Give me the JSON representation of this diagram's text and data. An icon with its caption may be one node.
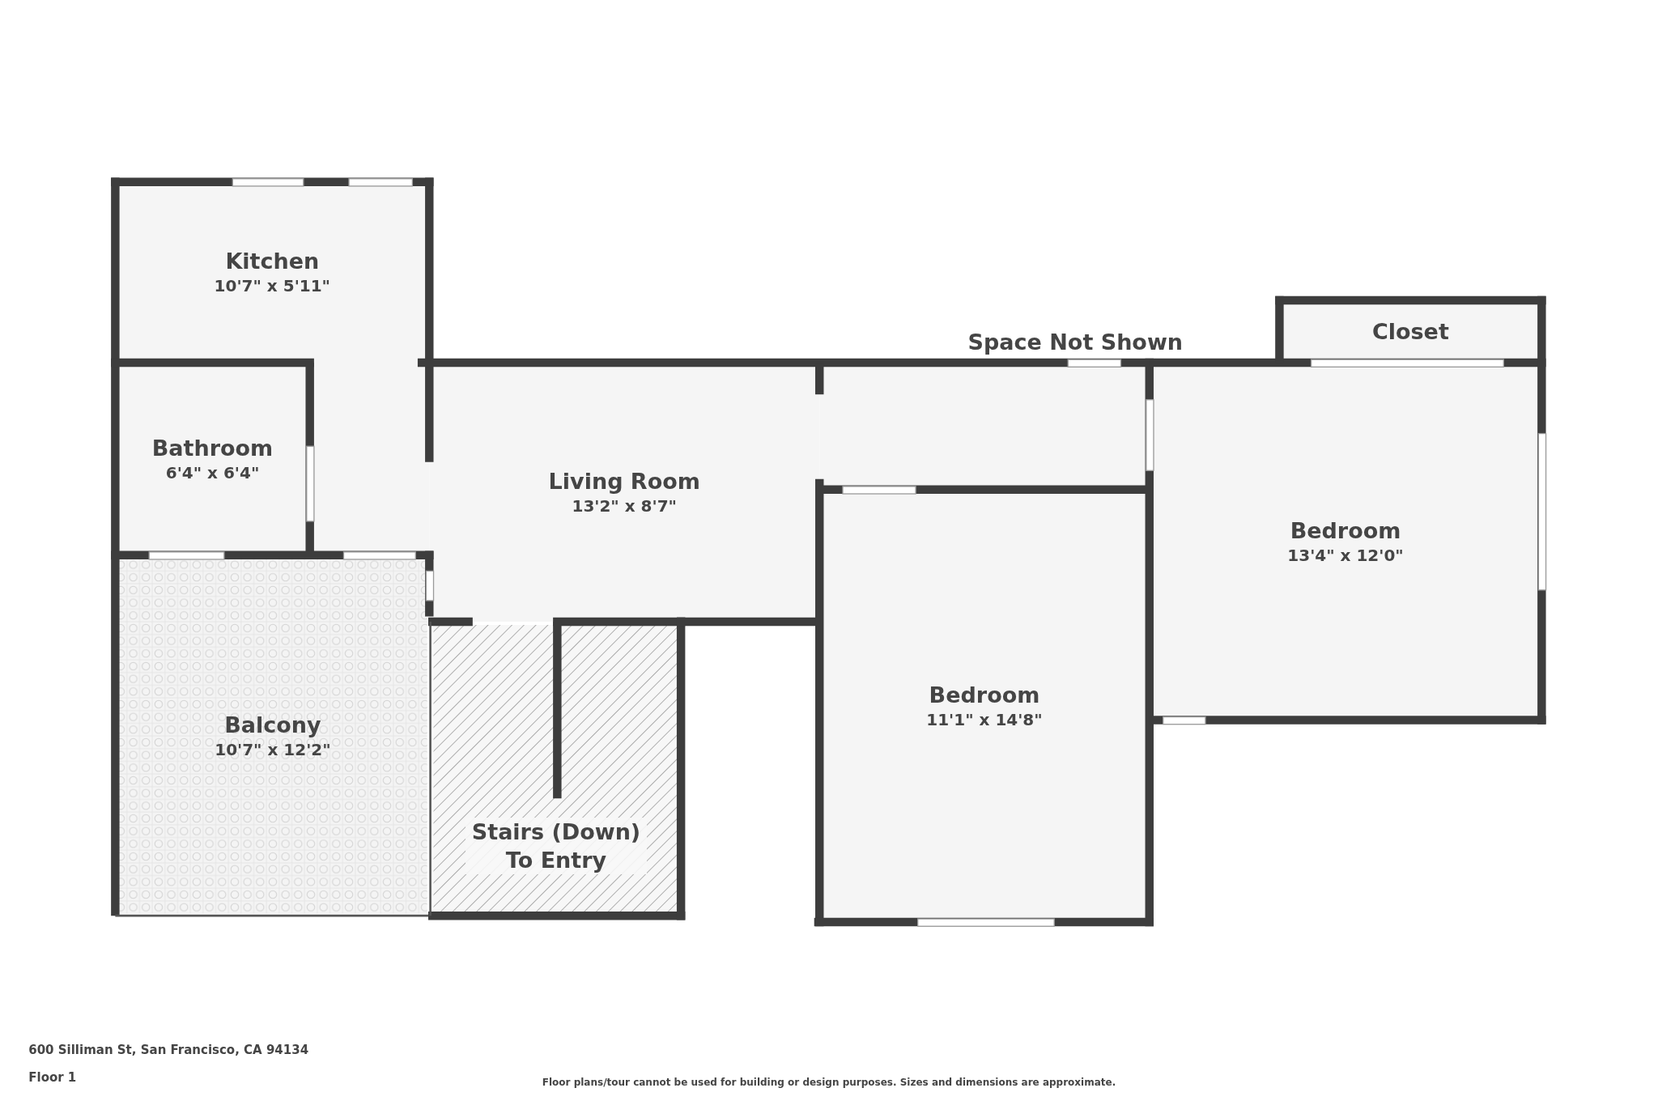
{
  "diagram": {
    "nodes": [
      {
        "text": [
          "Kitchen",
          "10'7\" x 5'11\""
        ]
      },
      {
        "text": [
          "Closet"
        ]
      },
      {
        "text": [
          "Bathroom",
          "6'4\" x 6'4\""
        ]
      },
      {
        "text": [
          "Living Room",
          "13'2\" x 8'7\""
        ]
      },
      {
        "text": [
          "Bedroom",
          "13'4\" x 12'0\""
        ]
      },
      {
        "text": [
          "Bedroom",
          "11'1\" x 14'8\""
        ]
      },
      {
        "text": [
          "Balcony",
          "10'7\" x 12'2\""
        ]
      },
      {
        "text": [
          "Stairs (Down) To Entry"
        ]
      }
    ],
    "labels": [
      "Space Not Shown",
      "600 Silliman St, San Francisco, CA 94134",
      "Floor 1",
      "Floor plans/tour cannot be used for building or design purposes. Sizes and dimensions are approximate."
    ]
  }
}
